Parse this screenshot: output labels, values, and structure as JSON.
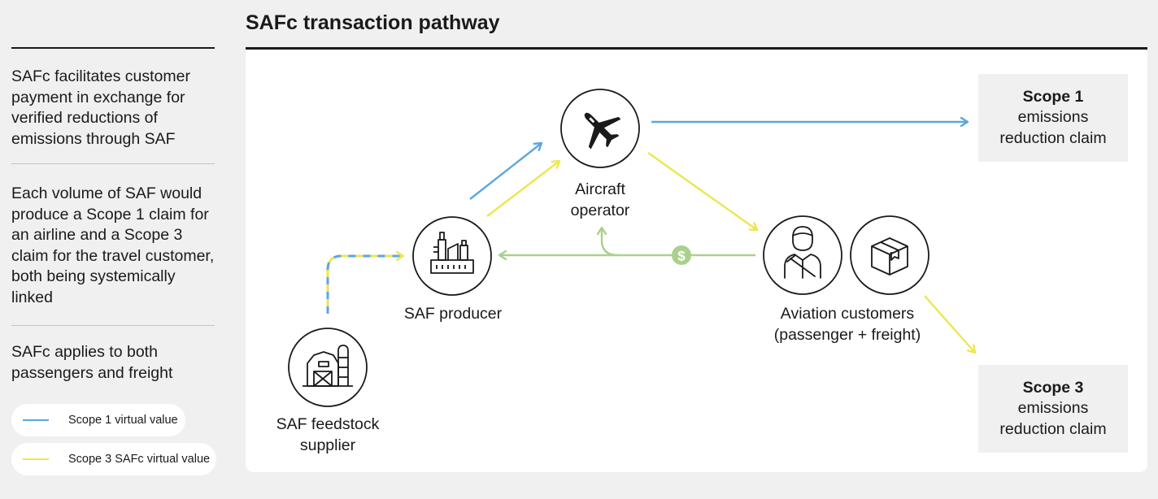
{
  "title": "SAFc transaction pathway",
  "notes": [
    "SAFc facilitates customer payment in exchange for verified reductions of emissions through SAF",
    "Each volume of SAF would produce a Scope 1 claim for an airline and a Scope 3 claim for the travel customer, both being systemically linked",
    "SAFc applies to both passengers and freight"
  ],
  "legend": [
    {
      "label": "Scope 1 virtual value",
      "color": "#5aa7e0"
    },
    {
      "label": "Scope 3 SAFc virtual value",
      "color": "#ede650"
    }
  ],
  "nodes": {
    "aircraft_operator": {
      "label_line1": "Aircraft",
      "label_line2": "operator",
      "icon": "airplane-icon"
    },
    "saf_producer": {
      "label": "SAF producer",
      "icon": "factory-icon"
    },
    "saf_feedstock_supplier": {
      "label_line1": "SAF feedstock",
      "label_line2": "supplier",
      "icon": "farm-barn-icon"
    },
    "aviation_customers": {
      "label_line1": "Aviation customers",
      "label_line2": "(passenger + freight)",
      "icons": [
        "passenger-icon",
        "package-icon"
      ]
    }
  },
  "scope_boxes": {
    "scope1": {
      "heading": "Scope 1",
      "line1": "emissions",
      "line2": "reduction claim"
    },
    "scope3": {
      "heading": "Scope 3",
      "line1": "emissions",
      "line2": "reduction claim"
    }
  },
  "payment_symbol": "$",
  "colors": {
    "scope1_blue": "#5aa7e0",
    "scope3_yellow": "#ede650",
    "payment_green": "#a9d18e",
    "ink": "#1a1a1a",
    "panel_bg": "#ffffff",
    "page_bg": "#f0f0f0"
  }
}
